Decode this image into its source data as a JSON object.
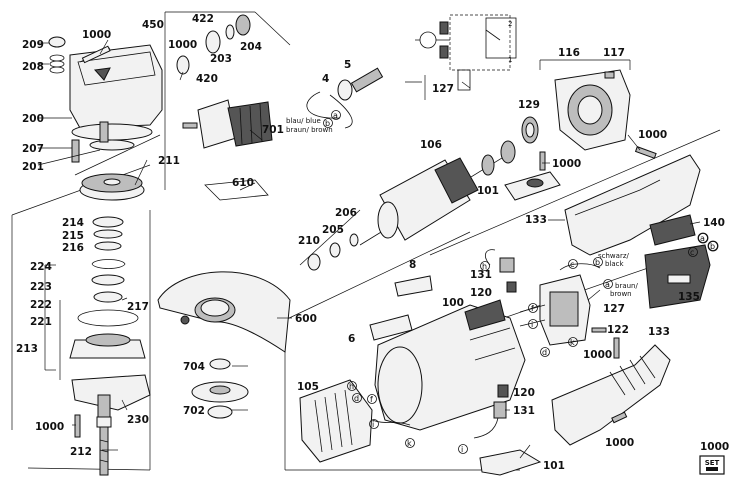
{
  "labels": {
    "p1000a": "1000",
    "p209": "209",
    "p208": "208",
    "p200": "200",
    "p207": "207",
    "p201": "201",
    "p450": "450",
    "p422": "422",
    "p1000b": "1000",
    "p204": "204",
    "p203": "203",
    "p420": "420",
    "p211": "211",
    "p701": "701",
    "p610": "610",
    "p5": "5",
    "p4": "4",
    "p127a": "127",
    "p116": "116",
    "p117": "117",
    "p129": "129",
    "p106": "106",
    "p1000c": "1000",
    "p101a": "101",
    "p1000d": "1000",
    "p206": "206",
    "p205": "205",
    "p210": "210",
    "p214": "214",
    "p215": "215",
    "p216": "216",
    "p224": "224",
    "p223": "223",
    "p222": "222",
    "p221": "221",
    "p217": "217",
    "p213": "213",
    "p230": "230",
    "p1000e": "1000",
    "p212": "212",
    "p600": "600",
    "p704": "704",
    "p702": "702",
    "p8": "8",
    "p6": "6",
    "p100": "100",
    "p131a": "131",
    "p120a": "120",
    "p127b": "127",
    "p133a": "133",
    "p140": "140",
    "p135": "135",
    "p122": "122",
    "p1000f": "1000",
    "p133b": "133",
    "p105": "105",
    "p120b": "120",
    "p131b": "131",
    "p101b": "101",
    "p1000g": "1000",
    "p1000h": "1000"
  },
  "wire_notes": {
    "blue": "blau/ blue",
    "brown": "braun/ brown",
    "black_de": "schwarz/",
    "black_en": "black",
    "brown2_de": "braun/",
    "brown2_en": "brown"
  },
  "letters": {
    "a": "a",
    "b": "b",
    "c": "c",
    "d": "d",
    "f": "f",
    "h": "h",
    "i": "i",
    "k": "k"
  },
  "set_box": {
    "top": "SET",
    "bottom": ""
  },
  "schematic_pins": {
    "pin1": "1",
    "pin2": "2"
  }
}
